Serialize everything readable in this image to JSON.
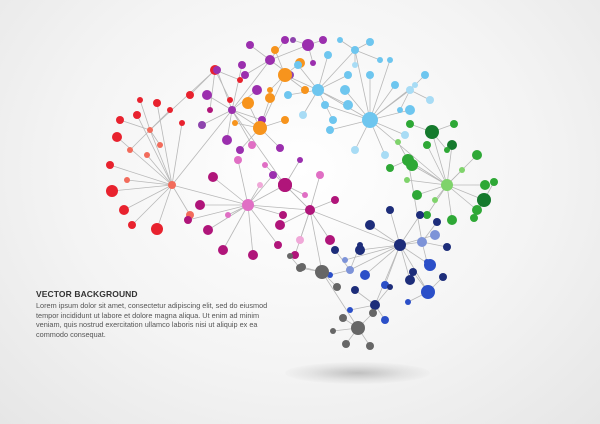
{
  "caption": {
    "title": "VECTOR BACKGROUND",
    "lines": [
      "Lorem ipsum dolor sit amet, consectetur adipiscing elit, sed do eiusmod",
      "tempor incididunt ut labore et dolore magna aliqua. Ut enim ad minim",
      "veniam, quis nostrud exercitation ullamco laboris nisi ut aliquip ex ea",
      "commodo consequat."
    ]
  },
  "illustration": {
    "subject": "brain-network-icon",
    "colors": {
      "red": "#e8222e",
      "orange": "#f7941d",
      "salmon": "#f26b5b",
      "magenta": "#b0157a",
      "purple": "#9b2fae",
      "violet": "#8e44ad",
      "pink": "#e06fc4",
      "lightpink": "#f0a8d8",
      "lightblue": "#6ec6ef",
      "skyblue": "#a8dcf5",
      "green": "#2ea836",
      "darkgreen": "#157a2d",
      "lightgreen": "#7fd36b",
      "navy": "#1d2d7a",
      "blue": "#2b4fc8",
      "lightnavy": "#7d93d8",
      "gray": "#666666",
      "edge": "#b8b8b8"
    }
  }
}
